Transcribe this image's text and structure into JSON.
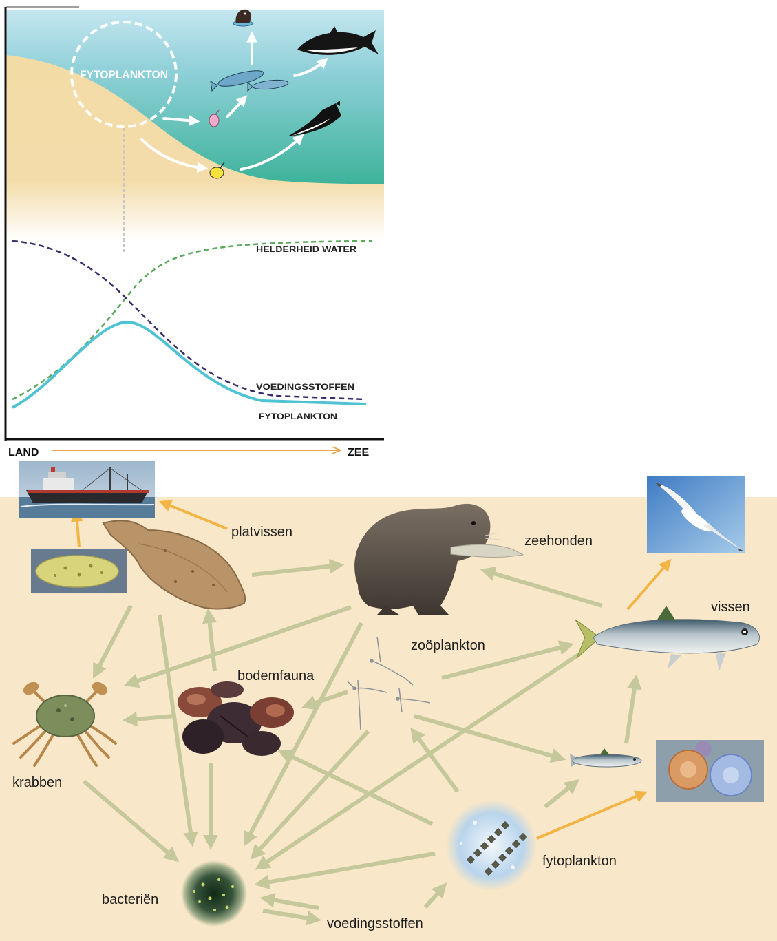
{
  "top_diagram": {
    "bubble_label": "FYTOPLANKTON",
    "curve_labels": {
      "clarity": "HELDERHEID WATER",
      "nutrients": "VOEDINGSSTOFFEN",
      "phytoplankton": "FYTOPLANKTON"
    },
    "axis": {
      "start": "LAND",
      "end": "ZEE"
    },
    "colors": {
      "sea_top": "#bfe4ef",
      "sea_bottom": "#3db39a",
      "sand": "#f3dba4",
      "clarity_curve": "#5aa85a",
      "nutrients_curve": "#3b2a6d",
      "phytoplankton_curve": "#4fc3d4",
      "axis_arrow": "#e9a54a"
    },
    "icons": [
      "seal-head-icon",
      "dolphin-icon",
      "fish-icon",
      "zooplankton-icon",
      "larva-icon",
      "seabird-icon"
    ]
  },
  "food_web": {
    "labels": {
      "platvissen": "platvissen",
      "zeehonden": "zeehonden",
      "vissen": "vissen",
      "zooplankton": "zoöplankton",
      "bodemfauna": "bodemfauna",
      "krabben": "krabben",
      "bacterien": "bacteriën",
      "voedingsstoffen": "voedingsstoffen",
      "fytoplankton": "fytoplankton"
    },
    "colors": {
      "background": "#f8e7c8",
      "arrow": "#c5c89b",
      "human_arrow": "#f2b545"
    },
    "icons": [
      "fishing-boat-icon",
      "sole-photo-icon",
      "flounder-icon",
      "seal-icon",
      "seagull-photo-icon",
      "herring-icon",
      "zooplankton-icon",
      "crab-icon",
      "mussels-icon",
      "small-fish-icon",
      "jellyfish-photo-icon",
      "phytoplankton-icon",
      "bacteria-icon"
    ]
  }
}
